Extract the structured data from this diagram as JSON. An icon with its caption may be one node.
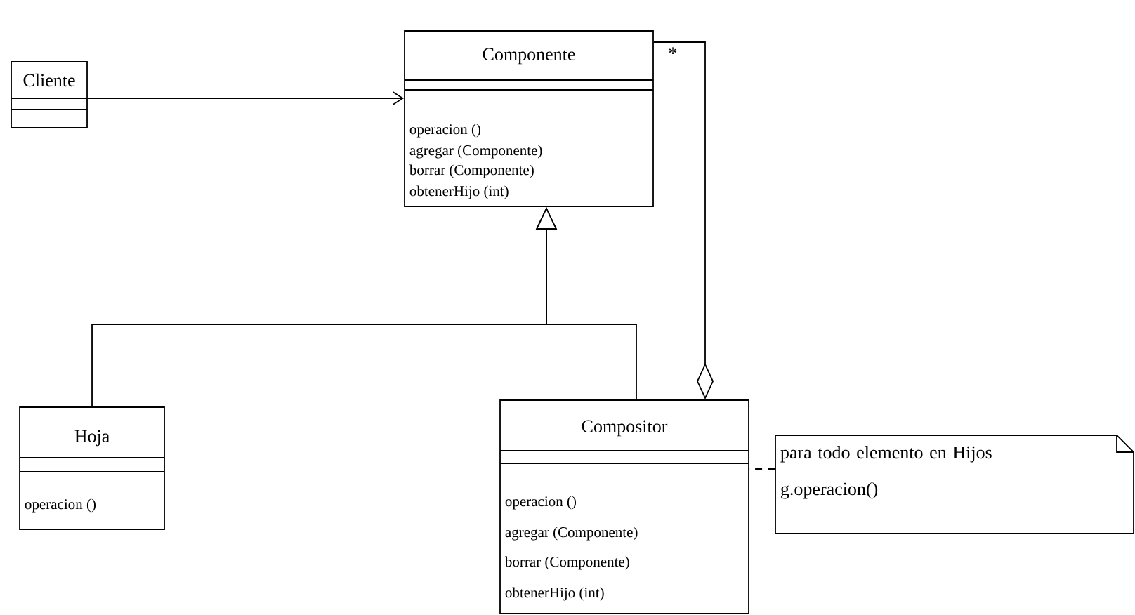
{
  "diagram": {
    "nodes": [
      {
        "text": [
          "Cliente"
        ]
      },
      {
        "text": [
          "Componente",
          "operacion ()",
          "agregar (Componente)",
          "borrar (Componente)",
          "obtenerHijo (int)"
        ]
      },
      {
        "text": [
          "Hoja",
          "operacion ()"
        ]
      },
      {
        "text": [
          "Compositor",
          "operacion ()",
          "agregar (Componente)",
          "borrar (Componente)",
          "obtenerHijo (int)"
        ]
      },
      {
        "text": [
          "para todo elemento en Hijos g.operacion()"
        ]
      }
    ],
    "edges": [
      {
        "from": 0,
        "to": 1,
        "arrow": "to"
      },
      {
        "from": 2,
        "to": 1,
        "arrow": "to"
      },
      {
        "from": 3,
        "to": 1,
        "arrow": "to"
      },
      {
        "from": 3,
        "to": 1,
        "arrow": "other",
        "label": "*"
      },
      {
        "from": 4,
        "to": 3,
        "arrow": "none",
        "style": "dashed"
      }
    ]
  }
}
